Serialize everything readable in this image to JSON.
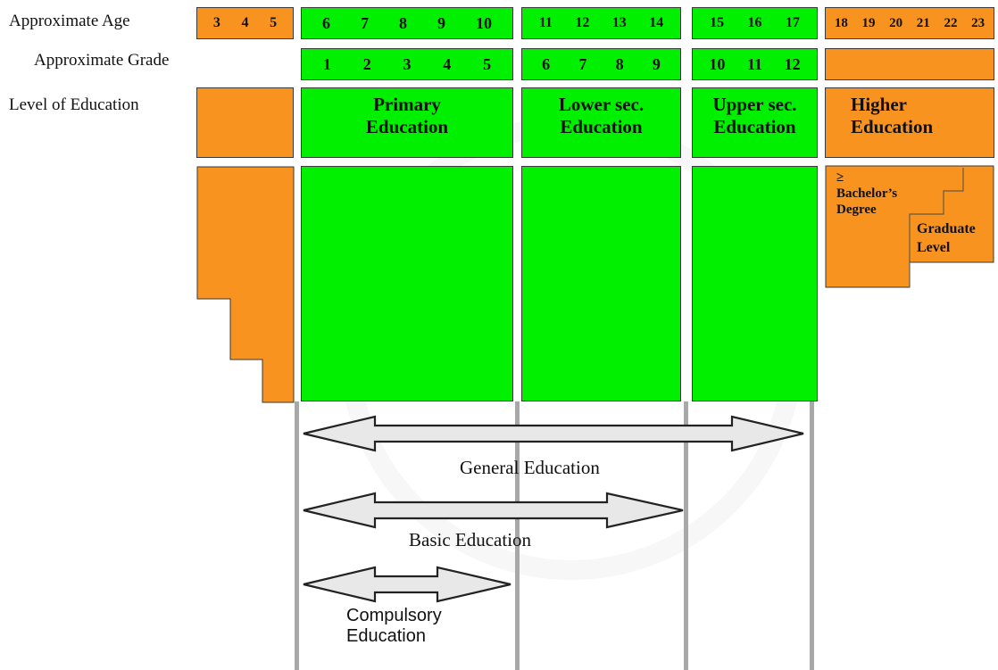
{
  "labels": {
    "age": "Approximate Age",
    "grade": "Approximate Grade",
    "level": "Level of Education"
  },
  "ages": {
    "preschool": [
      "3",
      "4",
      "5"
    ],
    "primary": [
      "6",
      "7",
      "8",
      "9",
      "10"
    ],
    "lower": [
      "11",
      "12",
      "13",
      "14"
    ],
    "upper": [
      "15",
      "16",
      "17"
    ],
    "higher": [
      "18",
      "19",
      "20",
      "21",
      "22",
      "23"
    ]
  },
  "grades": {
    "primary": [
      "1",
      "2",
      "3",
      "4",
      "5"
    ],
    "lower": [
      "6",
      "7",
      "8",
      "9"
    ],
    "upper": [
      "10",
      "11",
      "12"
    ]
  },
  "levels": {
    "primary": [
      "Primary",
      "Education"
    ],
    "lower": [
      "Lower sec.",
      "Education"
    ],
    "upper": [
      "Upper sec.",
      "Education"
    ],
    "higher": [
      "Higher",
      "Education"
    ]
  },
  "higher_detail": {
    "symbol": "≥",
    "bachelor": [
      "Bachelor’s",
      "Degree"
    ],
    "graduate": [
      "Graduate",
      "Level"
    ]
  },
  "spans": {
    "general": "General Education",
    "basic": "Basic Education",
    "compulsory": [
      "Compulsory",
      "Education"
    ]
  },
  "colors": {
    "green": "#00f000",
    "orange": "#f7931e",
    "divider": "#a8a8a8"
  }
}
